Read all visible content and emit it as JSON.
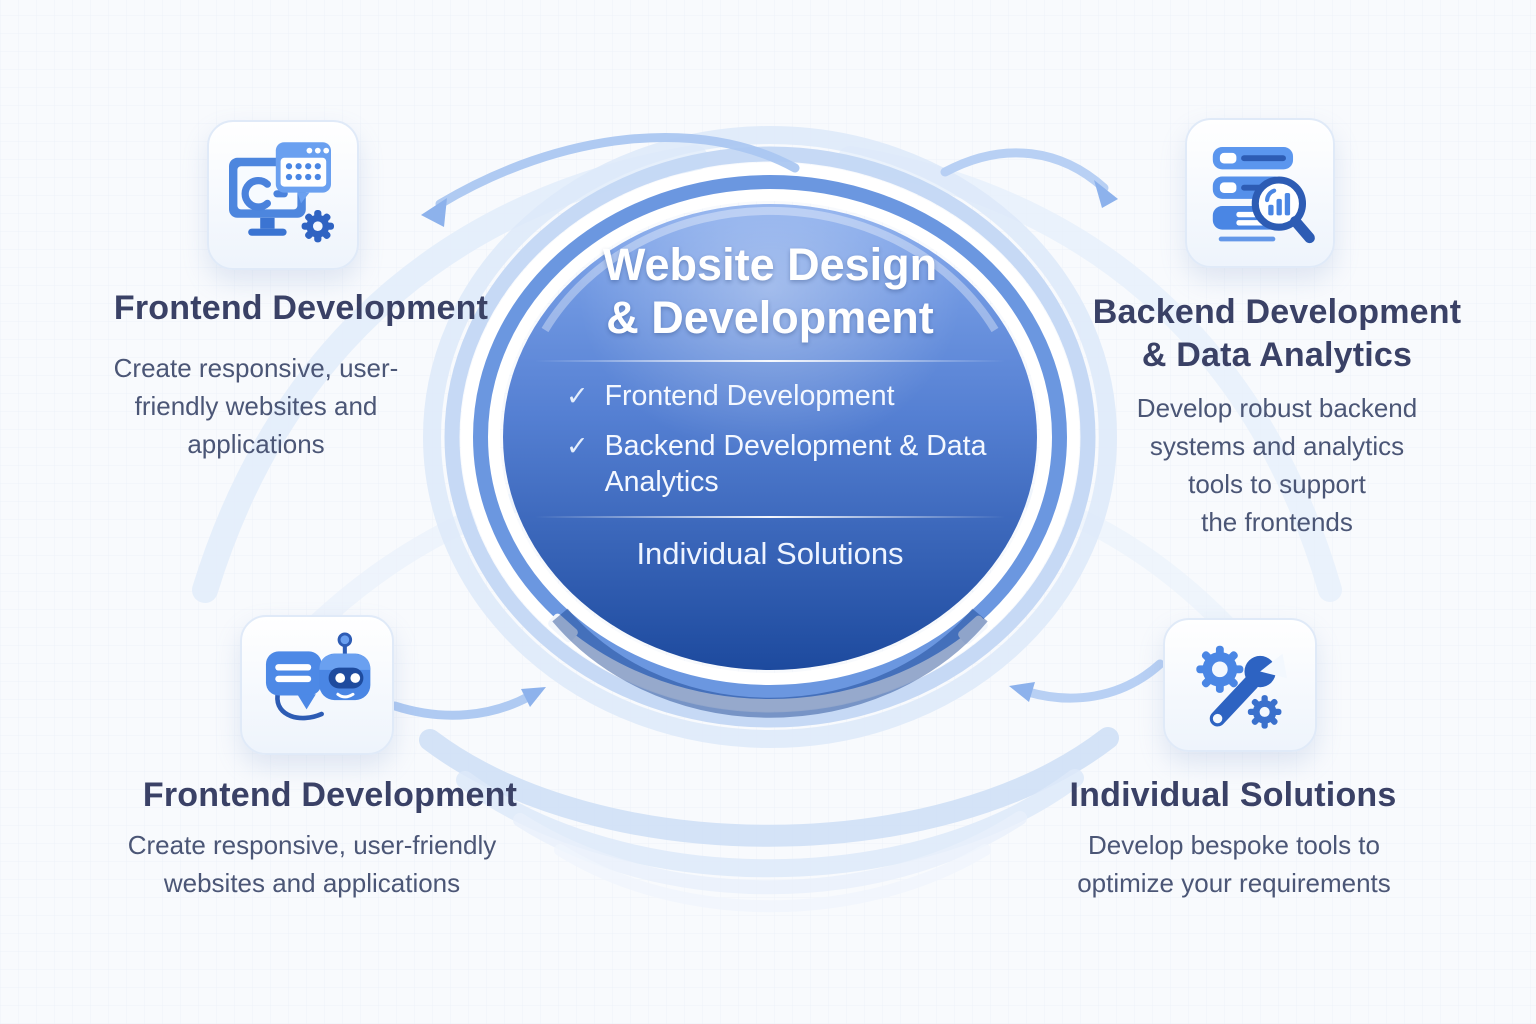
{
  "center": {
    "title_line1": "Website Design",
    "title_line2": "& Development",
    "check_icon": "✓",
    "items": [
      {
        "label": "Frontend Development"
      },
      {
        "label": "Backend Development & Data Analytics"
      }
    ],
    "footer": "Individual Solutions"
  },
  "sections": {
    "top_left": {
      "title": "Frontend Development",
      "icon": "monitor-code-icon",
      "description_lines": [
        "Create responsive, user-",
        "friendly websites and",
        "applications"
      ]
    },
    "top_right": {
      "title_line1": "Backend Development",
      "title_line2": "& Data Analytics",
      "icon": "server-analytics-icon",
      "description_lines": [
        "Develop robust backend",
        "systems and analytics",
        "tools to support",
        "the frontends"
      ]
    },
    "bottom_left": {
      "title": "Frontend Development",
      "icon": "chat-robot-icon",
      "description_lines": [
        "Create responsive, user-friendly",
        "websites and applications"
      ]
    },
    "bottom_right": {
      "title": "Individual Solutions",
      "icon": "gears-wrench-icon",
      "description_lines": [
        "Develop bespoke tools to",
        "optimize your requirements"
      ]
    }
  },
  "colors": {
    "accent_blue": "#4a86e4",
    "circle_gradient_top": "#82a7ea",
    "circle_gradient_bottom": "#1d4a9e",
    "ring_blue": "#6b97e0",
    "arrow_blue": "#a9c6f0",
    "heading_text": "#3a4166",
    "body_text": "#4b5676",
    "card_border": "#e0eaf8"
  }
}
